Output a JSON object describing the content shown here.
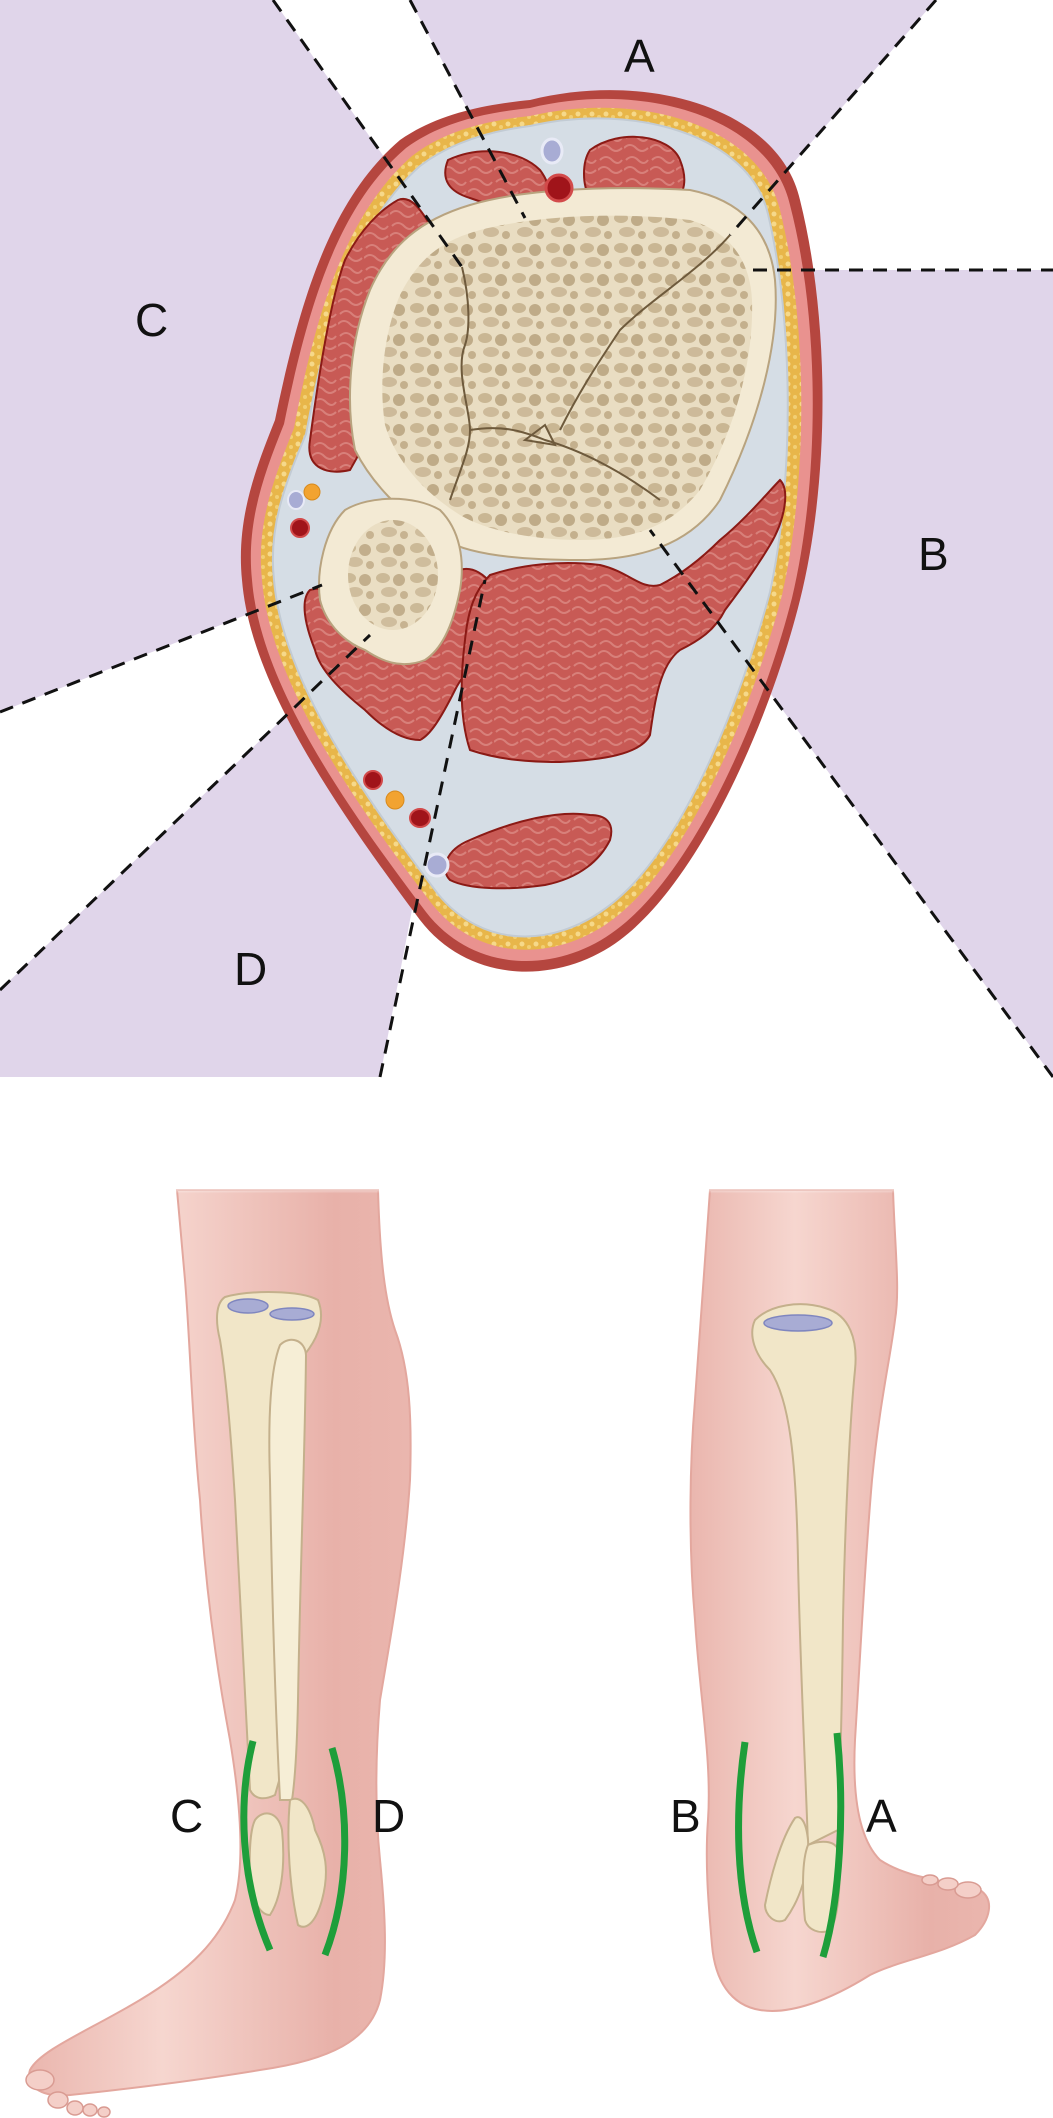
{
  "figure": {
    "cross_section": {
      "compartment_labels": [
        {
          "id": "A",
          "text": "A"
        },
        {
          "id": "B",
          "text": "B"
        },
        {
          "id": "C",
          "text": "C"
        },
        {
          "id": "D",
          "text": "D"
        }
      ]
    },
    "leg_views": {
      "left_view": {
        "labels": {
          "left": "C",
          "right": "D"
        }
      },
      "right_view": {
        "labels": {
          "left": "B",
          "right": "A"
        }
      }
    },
    "colors": {
      "zone_fill": "#e0d5ea",
      "dash_line": "#111111",
      "skin_outer": "#b5463f",
      "skin_pink": "#e9928f",
      "fat": "#e8b64a",
      "fascia_fill": "#d5dde5",
      "muscle": "#c85a55",
      "muscle_outline": "#8b1a15",
      "bone": "#f3ead4",
      "bone_trabecular": "#c4b08c",
      "artery": "#a0141a",
      "vein": "#a8acd4",
      "nerve": "#f2a330",
      "leg_skin": "#f1c7c0",
      "incision_green": "#1e9e3a"
    }
  }
}
